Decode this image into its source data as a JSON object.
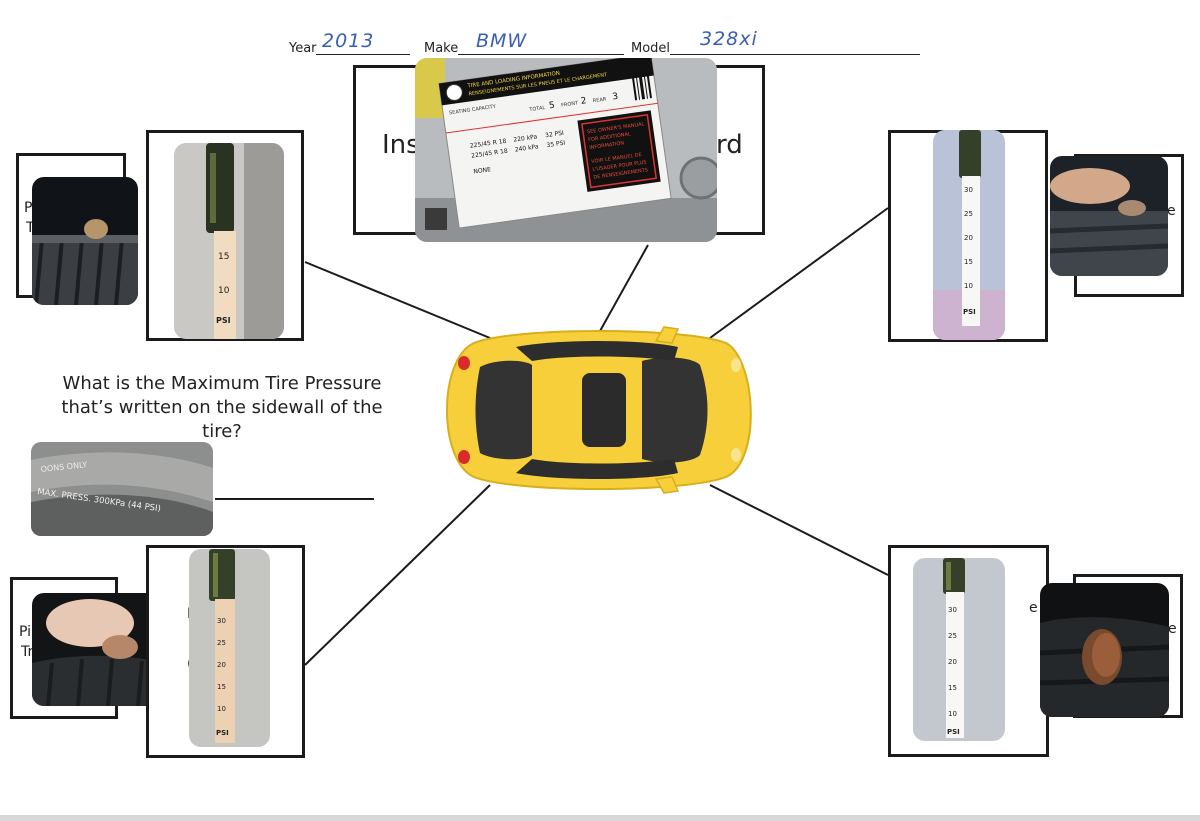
{
  "header": {
    "year_label": "Year",
    "year_value": "2013",
    "make_label": "Make",
    "make_value": "BMW",
    "model_label": "Model",
    "model_value": "328xi"
  },
  "placard_box": {
    "visible_text_left": "Ins",
    "visible_text_right": "rd"
  },
  "placard_photo": {
    "title_line1": "TIRE AND LOADING INFORMATION",
    "title_line2": "RENSEIGNEMENTS SUR LES PNEUS ET LE CHARGEMENT",
    "seating_label": "SEATING CAPACITY",
    "total_label": "TOTAL",
    "total_value": "5",
    "front_label": "FRONT",
    "front_value": "2",
    "rear_label": "REAR",
    "rear_value": "3",
    "size_front": "225/45 R 18",
    "size_rear": "225/45 R 18",
    "pressure_front": "220 kPa",
    "pressure_rear": "240 kPa",
    "psi_front": "32 PSI",
    "psi_rear": "35 PSI",
    "spare_label": "NONE",
    "warning_line1": "SEE OWNER'S MANUAL",
    "warning_line2": "FOR ADDITIONAL",
    "warning_line3": "INFORMATION",
    "warning_line4": "VOIR LE MANUEL DE",
    "warning_line5": "L'USAGER POUR PLUS",
    "warning_line6": "DE RENSEIGNEMENTS"
  },
  "left_top": {
    "box_text_1": "P",
    "box_text_2": "T"
  },
  "left_bottom": {
    "box_text_1": "Pi",
    "box_text_2": "Tr",
    "box_text_3": "P",
    "box_text_4": "("
  },
  "right_top": {
    "box_text_1": "e"
  },
  "right_bottom": {
    "box_text_1": "e",
    "box_text_2": "e"
  },
  "gauge_labels": {
    "unit": "PSI",
    "ticks_short": [
      "15",
      "10"
    ],
    "ticks_long": [
      "30",
      "25",
      "20",
      "15",
      "10"
    ]
  },
  "question": {
    "text": "What is the Maximum Tire Pressure that’s written on the sidewall of the tire?"
  },
  "sidewall_photo": {
    "text_line1": "OONS ONLY",
    "text_line2": "MAX. PRESS. 300KPa (44 PSI)"
  },
  "car": {
    "color": "#f6cf3a",
    "icon": "car-top-view-icon"
  }
}
